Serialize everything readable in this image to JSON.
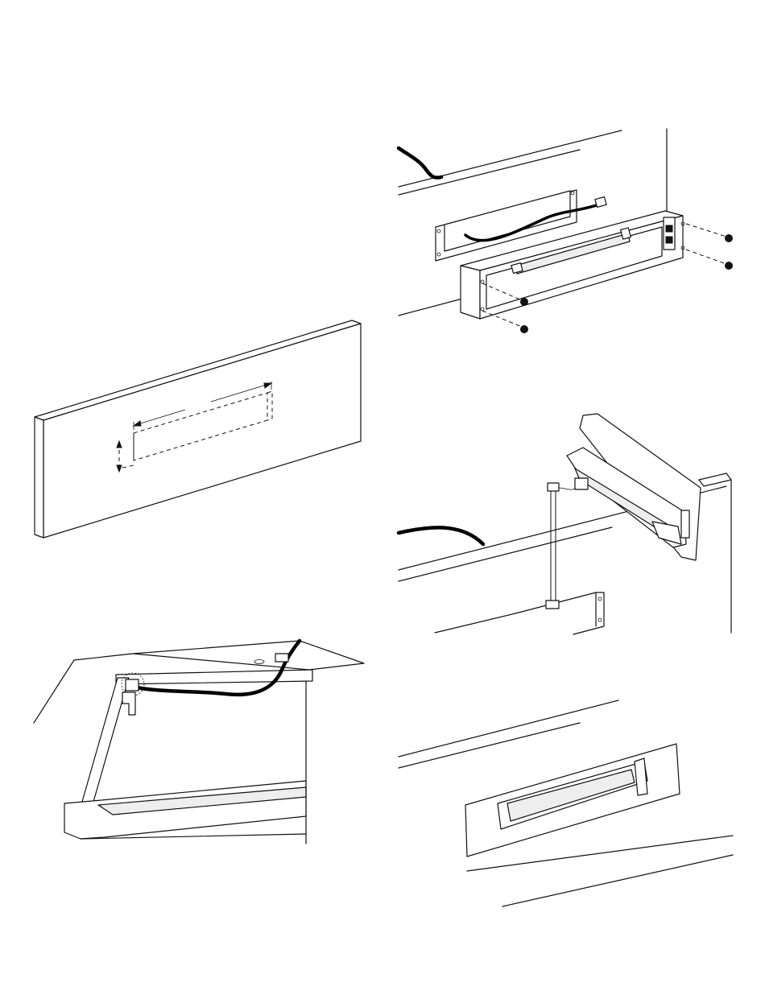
{
  "document": {
    "type": "installation-illustrations",
    "figures": [
      {
        "id": "cutout-template",
        "description_icon": "panel-cutout-drawing"
      },
      {
        "id": "box-mounting",
        "description_icon": "box-and-screws-drawing"
      },
      {
        "id": "cable-routing",
        "description_icon": "cable-through-cabinet-drawing"
      },
      {
        "id": "connect-handle",
        "description_icon": "handle-connector-drawing"
      },
      {
        "id": "installed-handle",
        "description_icon": "finished-handle-drawing"
      }
    ]
  },
  "colors": {
    "line": "#111111",
    "background": "#ffffff",
    "cable": "#000000"
  }
}
